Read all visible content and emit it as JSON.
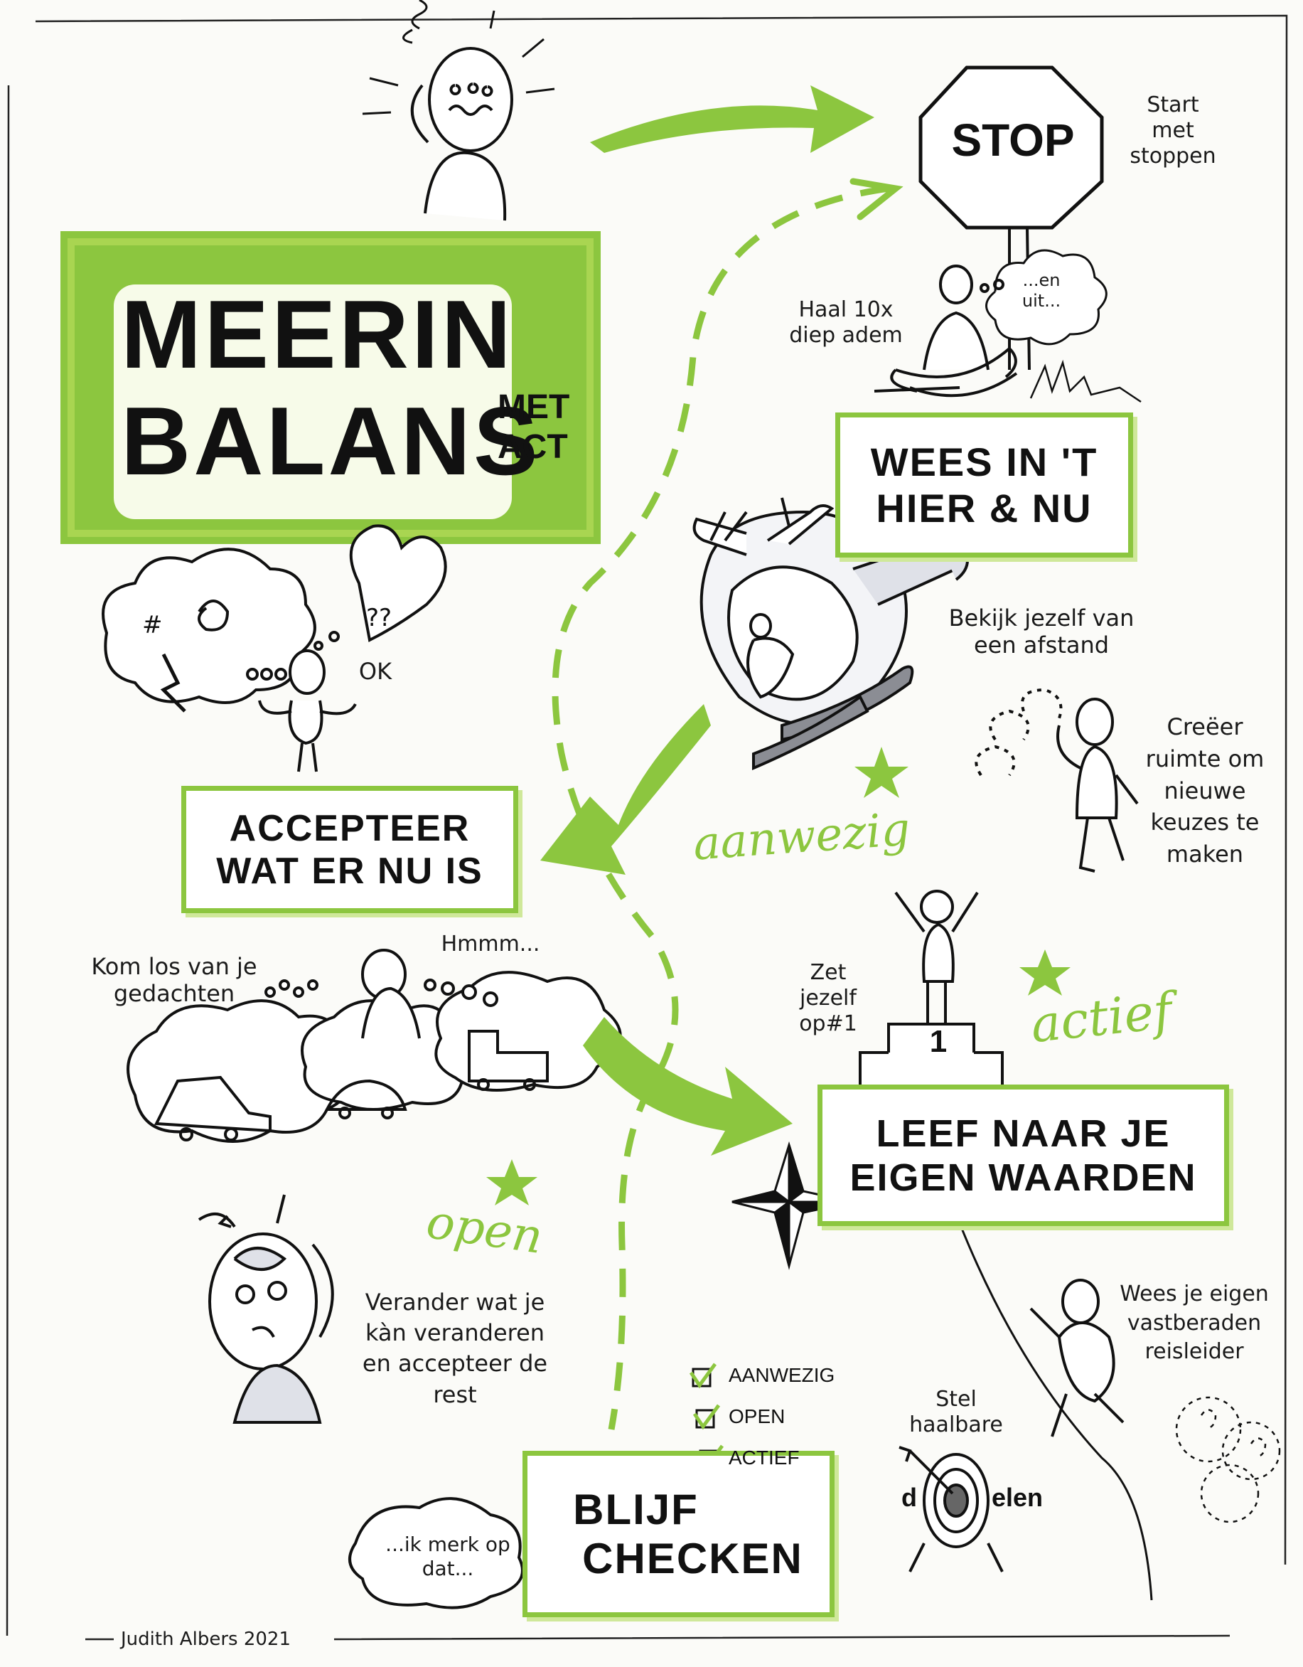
{
  "title": {
    "line1": "MEERIN",
    "line2": "BALANS",
    "tag": "MET ACT"
  },
  "stop": {
    "sign": "STOP",
    "note": "Start met stoppen"
  },
  "breath": {
    "note": "Haal 10x diep adem",
    "cloud": "...en uit..."
  },
  "sections": {
    "here_now": {
      "line1": "WEES IN 'T",
      "line2": "HIER & NU"
    },
    "accept": {
      "line1": "ACCEPTEER",
      "line2": "WAT ER NU IS"
    },
    "values": {
      "line1": "LEEF NAAR JE",
      "line2": "EIGEN WAARDEN"
    },
    "check": {
      "line1": "BLIJF",
      "line2": "CHECKEN"
    }
  },
  "notes": {
    "distance": "Bekijk jezelf van een afstand",
    "space": "Creëer ruimte om nieuwe keuzes te maken",
    "thoughts": "Kom los van je gedachten",
    "hmmm": "Hmmm...",
    "ok": "OK",
    "first": "Zet jezelf op#1",
    "podium": "1",
    "change": "Verander wat je kàn veranderen en accepteer de rest",
    "guide": "Wees je eigen vastberaden reisleider",
    "goals_pre": "Stel haalbare",
    "goals_d": "d",
    "goals_post": "elen",
    "notice": "...ik merk op dat..."
  },
  "keywords": {
    "present": "aanwezig",
    "open": "open",
    "active": "actief"
  },
  "checklist": [
    "AANWEZIG",
    "OPEN",
    "ACTIEF"
  ],
  "signature": "Judith Albers 2021",
  "colors": {
    "accent": "#8cc63f",
    "accent_light": "#b5dc5a",
    "ink": "#111111"
  }
}
